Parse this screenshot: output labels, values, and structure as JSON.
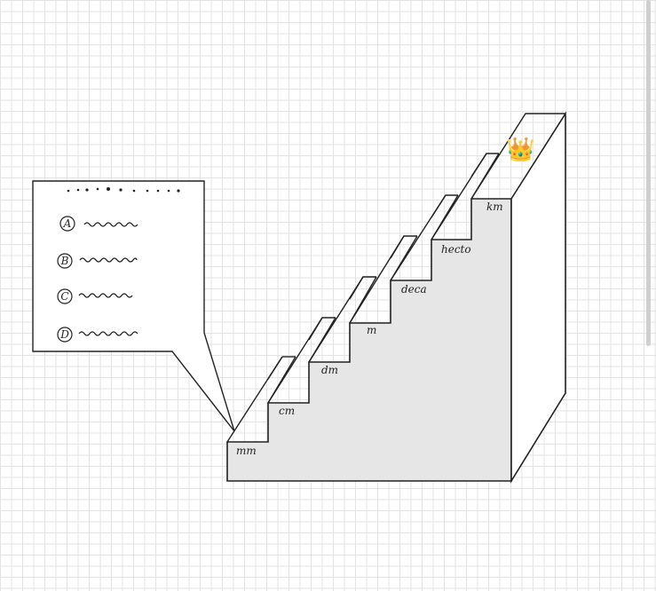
{
  "diagram": {
    "steps": [
      "mm",
      "cm",
      "dm",
      "m",
      "deca",
      "hecto",
      "km"
    ],
    "top_marker": "👑"
  },
  "callout": {
    "options": [
      "A",
      "B",
      "C",
      "D"
    ]
  }
}
